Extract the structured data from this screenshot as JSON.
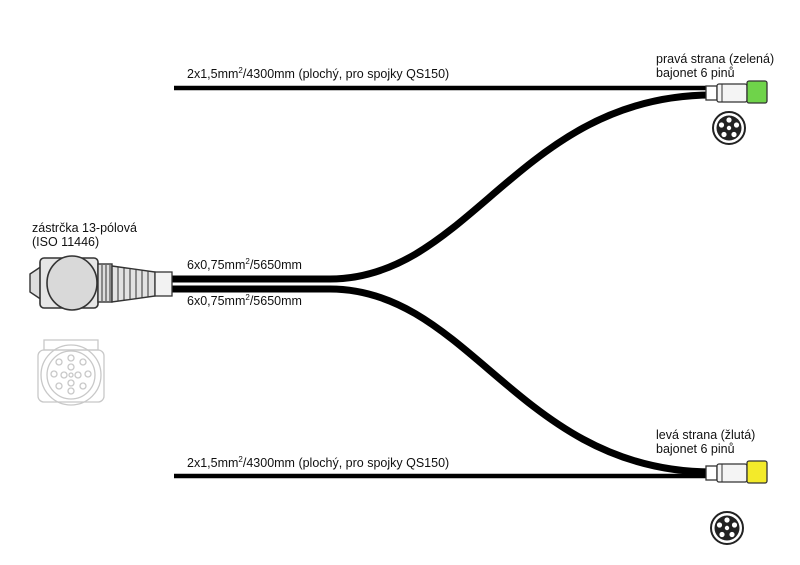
{
  "colors": {
    "cable": "#000000",
    "right_connector_accent": "#6fd34a",
    "left_connector_accent": "#f3ea2a",
    "plug_outline": "#333333",
    "plug_body": "#e8e8e8",
    "faint_outline": "#c8c8c8"
  },
  "plug": {
    "title_line1": "zástrčka 13-pólová",
    "title_line2": "(ISO 11446)",
    "body_icon": "plug-13-pin-side-view",
    "face_icon": "socket-13-pin-face"
  },
  "cables": {
    "top_flat": {
      "pre": "2x1,5mm",
      "sup": "2",
      "post": "/4300mm (plochý, pro spojky QS150)"
    },
    "upper_main": {
      "pre": "6x0,75mm",
      "sup": "2",
      "post": "/5650mm"
    },
    "lower_main": {
      "pre": "6x0,75mm",
      "sup": "2",
      "post": "/5650mm"
    },
    "bottom_flat": {
      "pre": "2x1,5mm",
      "sup": "2",
      "post": "/4300mm (plochý, pro spojky QS150)"
    }
  },
  "right_side": {
    "title_line1": "pravá  strana (zelená)",
    "title_line2": "bajonet 6 pinů",
    "accent_color_name": "green",
    "face_icon": "bayonet-6-pin-face"
  },
  "left_side": {
    "title_line1": "levá  strana (žlutá)",
    "title_line2": "bajonet 6 pinů",
    "accent_color_name": "yellow",
    "face_icon": "bayonet-6-pin-face"
  }
}
